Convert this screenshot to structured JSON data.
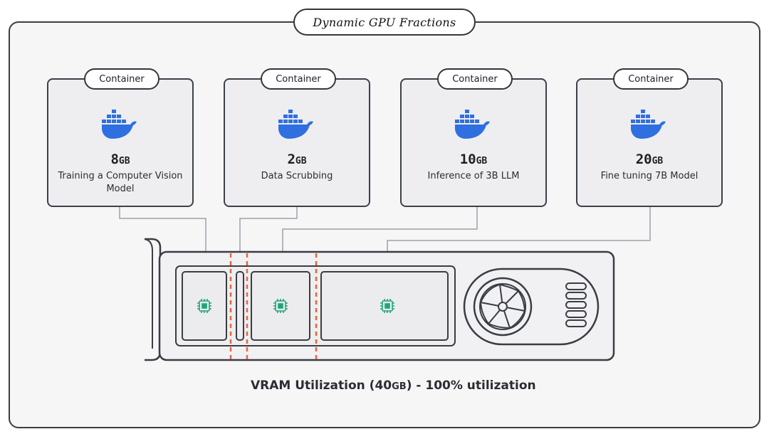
{
  "title": "Dynamic GPU Fractions",
  "containers": [
    {
      "label": "Container",
      "memory": "8",
      "unit": "GB",
      "description": "Training a Computer Vision Model"
    },
    {
      "label": "Container",
      "memory": "2",
      "unit": "GB",
      "description": "Data Scrubbing"
    },
    {
      "label": "Container",
      "memory": "10",
      "unit": "GB",
      "description": "Inference of 3B LLM"
    },
    {
      "label": "Container",
      "memory": "20",
      "unit": "GB",
      "description": "Fine tuning 7B Model"
    }
  ],
  "caption": {
    "prefix": "VRAM Utilization (40",
    "unit": "GB",
    "suffix": ") - 100% utilization"
  },
  "colors": {
    "docker_blue": "#2f6fe0",
    "chip_green": "#1fa57a",
    "divider_red": "#e8643f",
    "outline": "#3a3d44"
  }
}
